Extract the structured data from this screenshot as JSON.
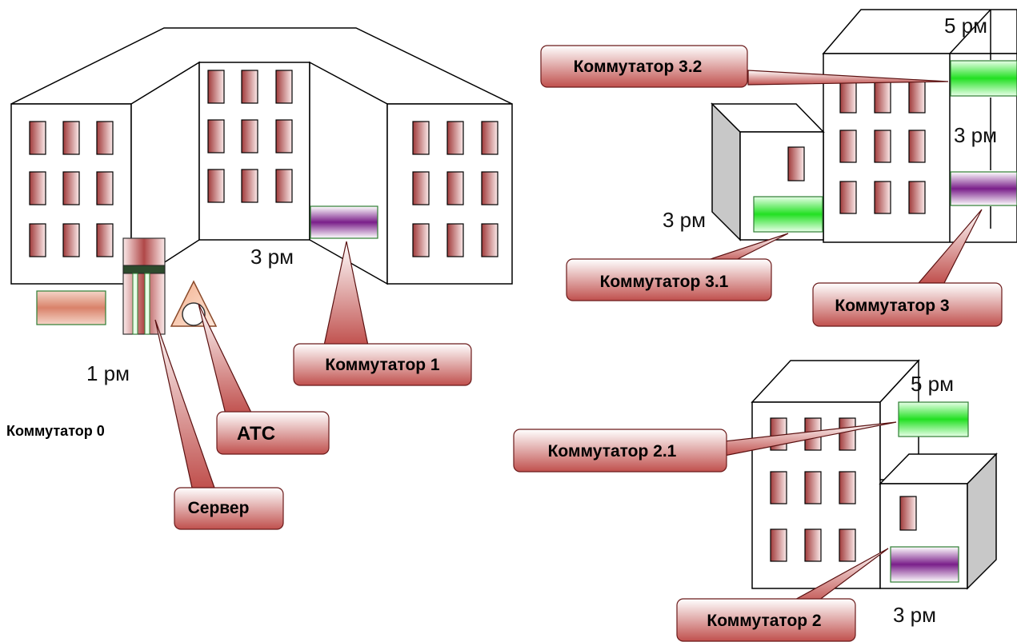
{
  "colors": {
    "label_fill": "#c0504d",
    "window_fill": "#a04040",
    "switch_green": "#22e022",
    "switch_purple": "#7a1f8a",
    "switch_orange": "#d9826a",
    "side_wall": "#c8c8c8"
  },
  "labels": {
    "k1": "Коммутатор 1",
    "k0": "Коммутатор 0",
    "server": "Сервер",
    "ats": "АТС",
    "k32": "Коммутатор 3.2",
    "k31": "Коммутатор 3.1",
    "k3": "Коммутатор 3",
    "k21": "Коммутатор 2.1",
    "k2": "Коммутатор 2"
  },
  "rm": {
    "main_3": "3 рм",
    "main_1": "1 рм",
    "b3_5": "5 рм",
    "b3_3_right": "3 рм",
    "b3_3_left": "3 рм",
    "b2_5": "5 рм",
    "b2_3": "3 рм"
  }
}
